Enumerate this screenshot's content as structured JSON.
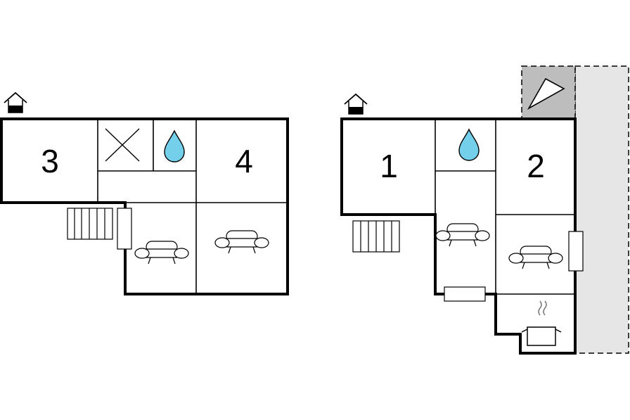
{
  "floors": [
    {
      "id": "left-unit",
      "rooms": [
        {
          "id": "bedroom-3",
          "label": "3"
        },
        {
          "id": "bedroom-4",
          "label": "4"
        }
      ]
    },
    {
      "id": "right-unit",
      "rooms": [
        {
          "id": "bedroom-1",
          "label": "1"
        },
        {
          "id": "bedroom-2",
          "label": "2"
        }
      ]
    }
  ],
  "icons": {
    "entrance": "house-entrance-icon",
    "toilet": "toilet-cross-icon",
    "bathroom": "water-drop-icon",
    "sofa": "sofa-icon",
    "stairs": "stairs-icon",
    "radiator": "radiator-icon",
    "kitchen": "cooking-pot-icon",
    "north": "north-arrow-icon"
  },
  "colors": {
    "wall": "#000000",
    "drop": "#74d0ea",
    "terrace": "#e6e6e6",
    "north_box": "#bdbdbd"
  }
}
